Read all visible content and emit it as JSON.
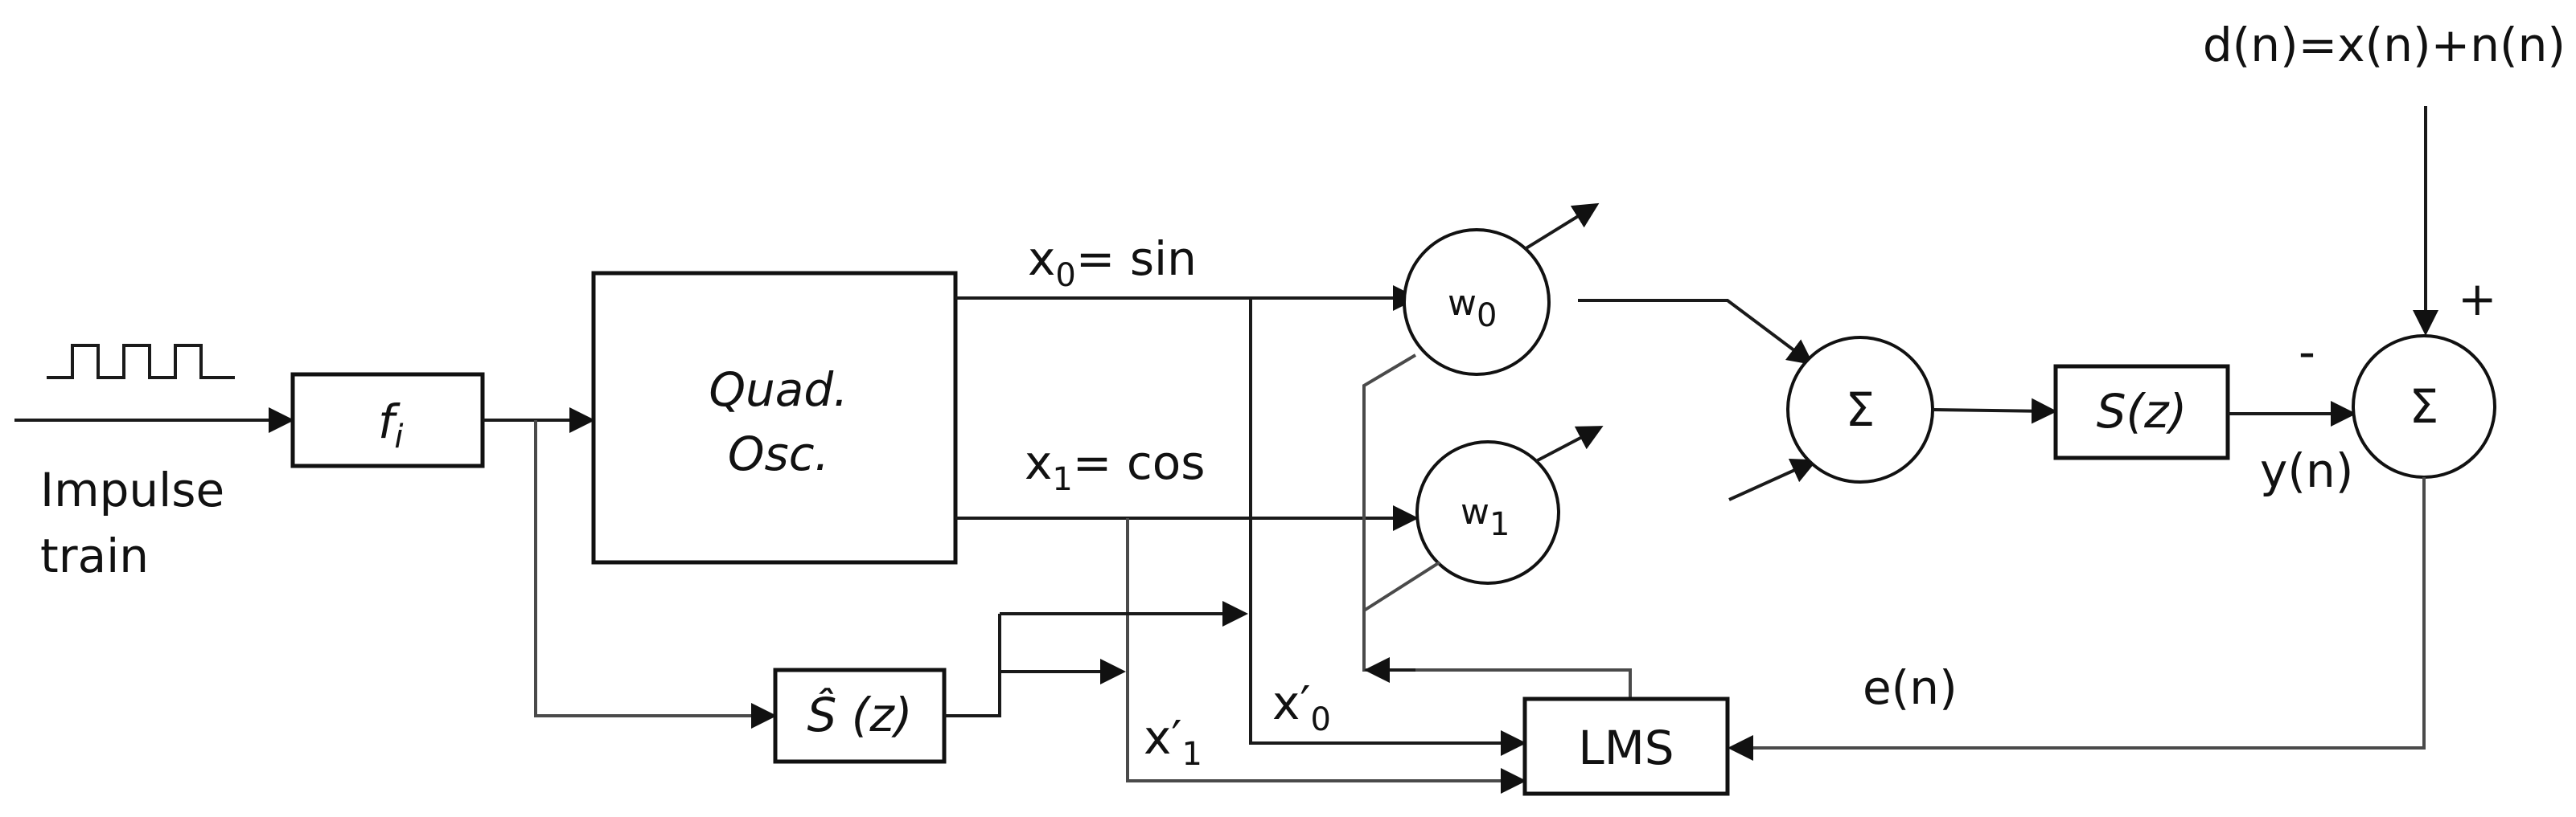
{
  "input": {
    "label_line1": "Impulse",
    "label_line2": "train"
  },
  "filter_box": {
    "label": "f",
    "sub": "i"
  },
  "oscillator": {
    "line1": "Quad.",
    "line2": "Osc."
  },
  "signals": {
    "x0_base": "x",
    "x0_sub": "0",
    "x0_rest": "= sin",
    "x1_base": "x",
    "x1_sub": "1",
    "x1_rest": "= cos",
    "xp0_base": "x′",
    "xp0_sub": "0",
    "xp1_base": "x′",
    "xp1_sub": "1",
    "desired": "d(n)=x(n)+n(n)",
    "output": "y(n)",
    "error": "e(n)",
    "plus": "+",
    "minus": "-"
  },
  "weights": {
    "w0_base": "w",
    "w0_sub": "0",
    "w1_base": "w",
    "w1_sub": "1"
  },
  "sum_symbol": "Σ",
  "secondary_path": {
    "label": "S(z)"
  },
  "secondary_path_estimate": {
    "label": "Ŝ (z)"
  },
  "lms": {
    "label": "LMS"
  }
}
